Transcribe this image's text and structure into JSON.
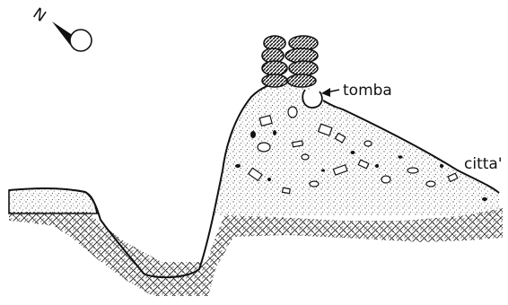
{
  "labels": {
    "north": "N",
    "tomb": "tomba",
    "city": "citta'"
  },
  "colors": {
    "ink": "#111111",
    "paper": "#ffffff"
  }
}
